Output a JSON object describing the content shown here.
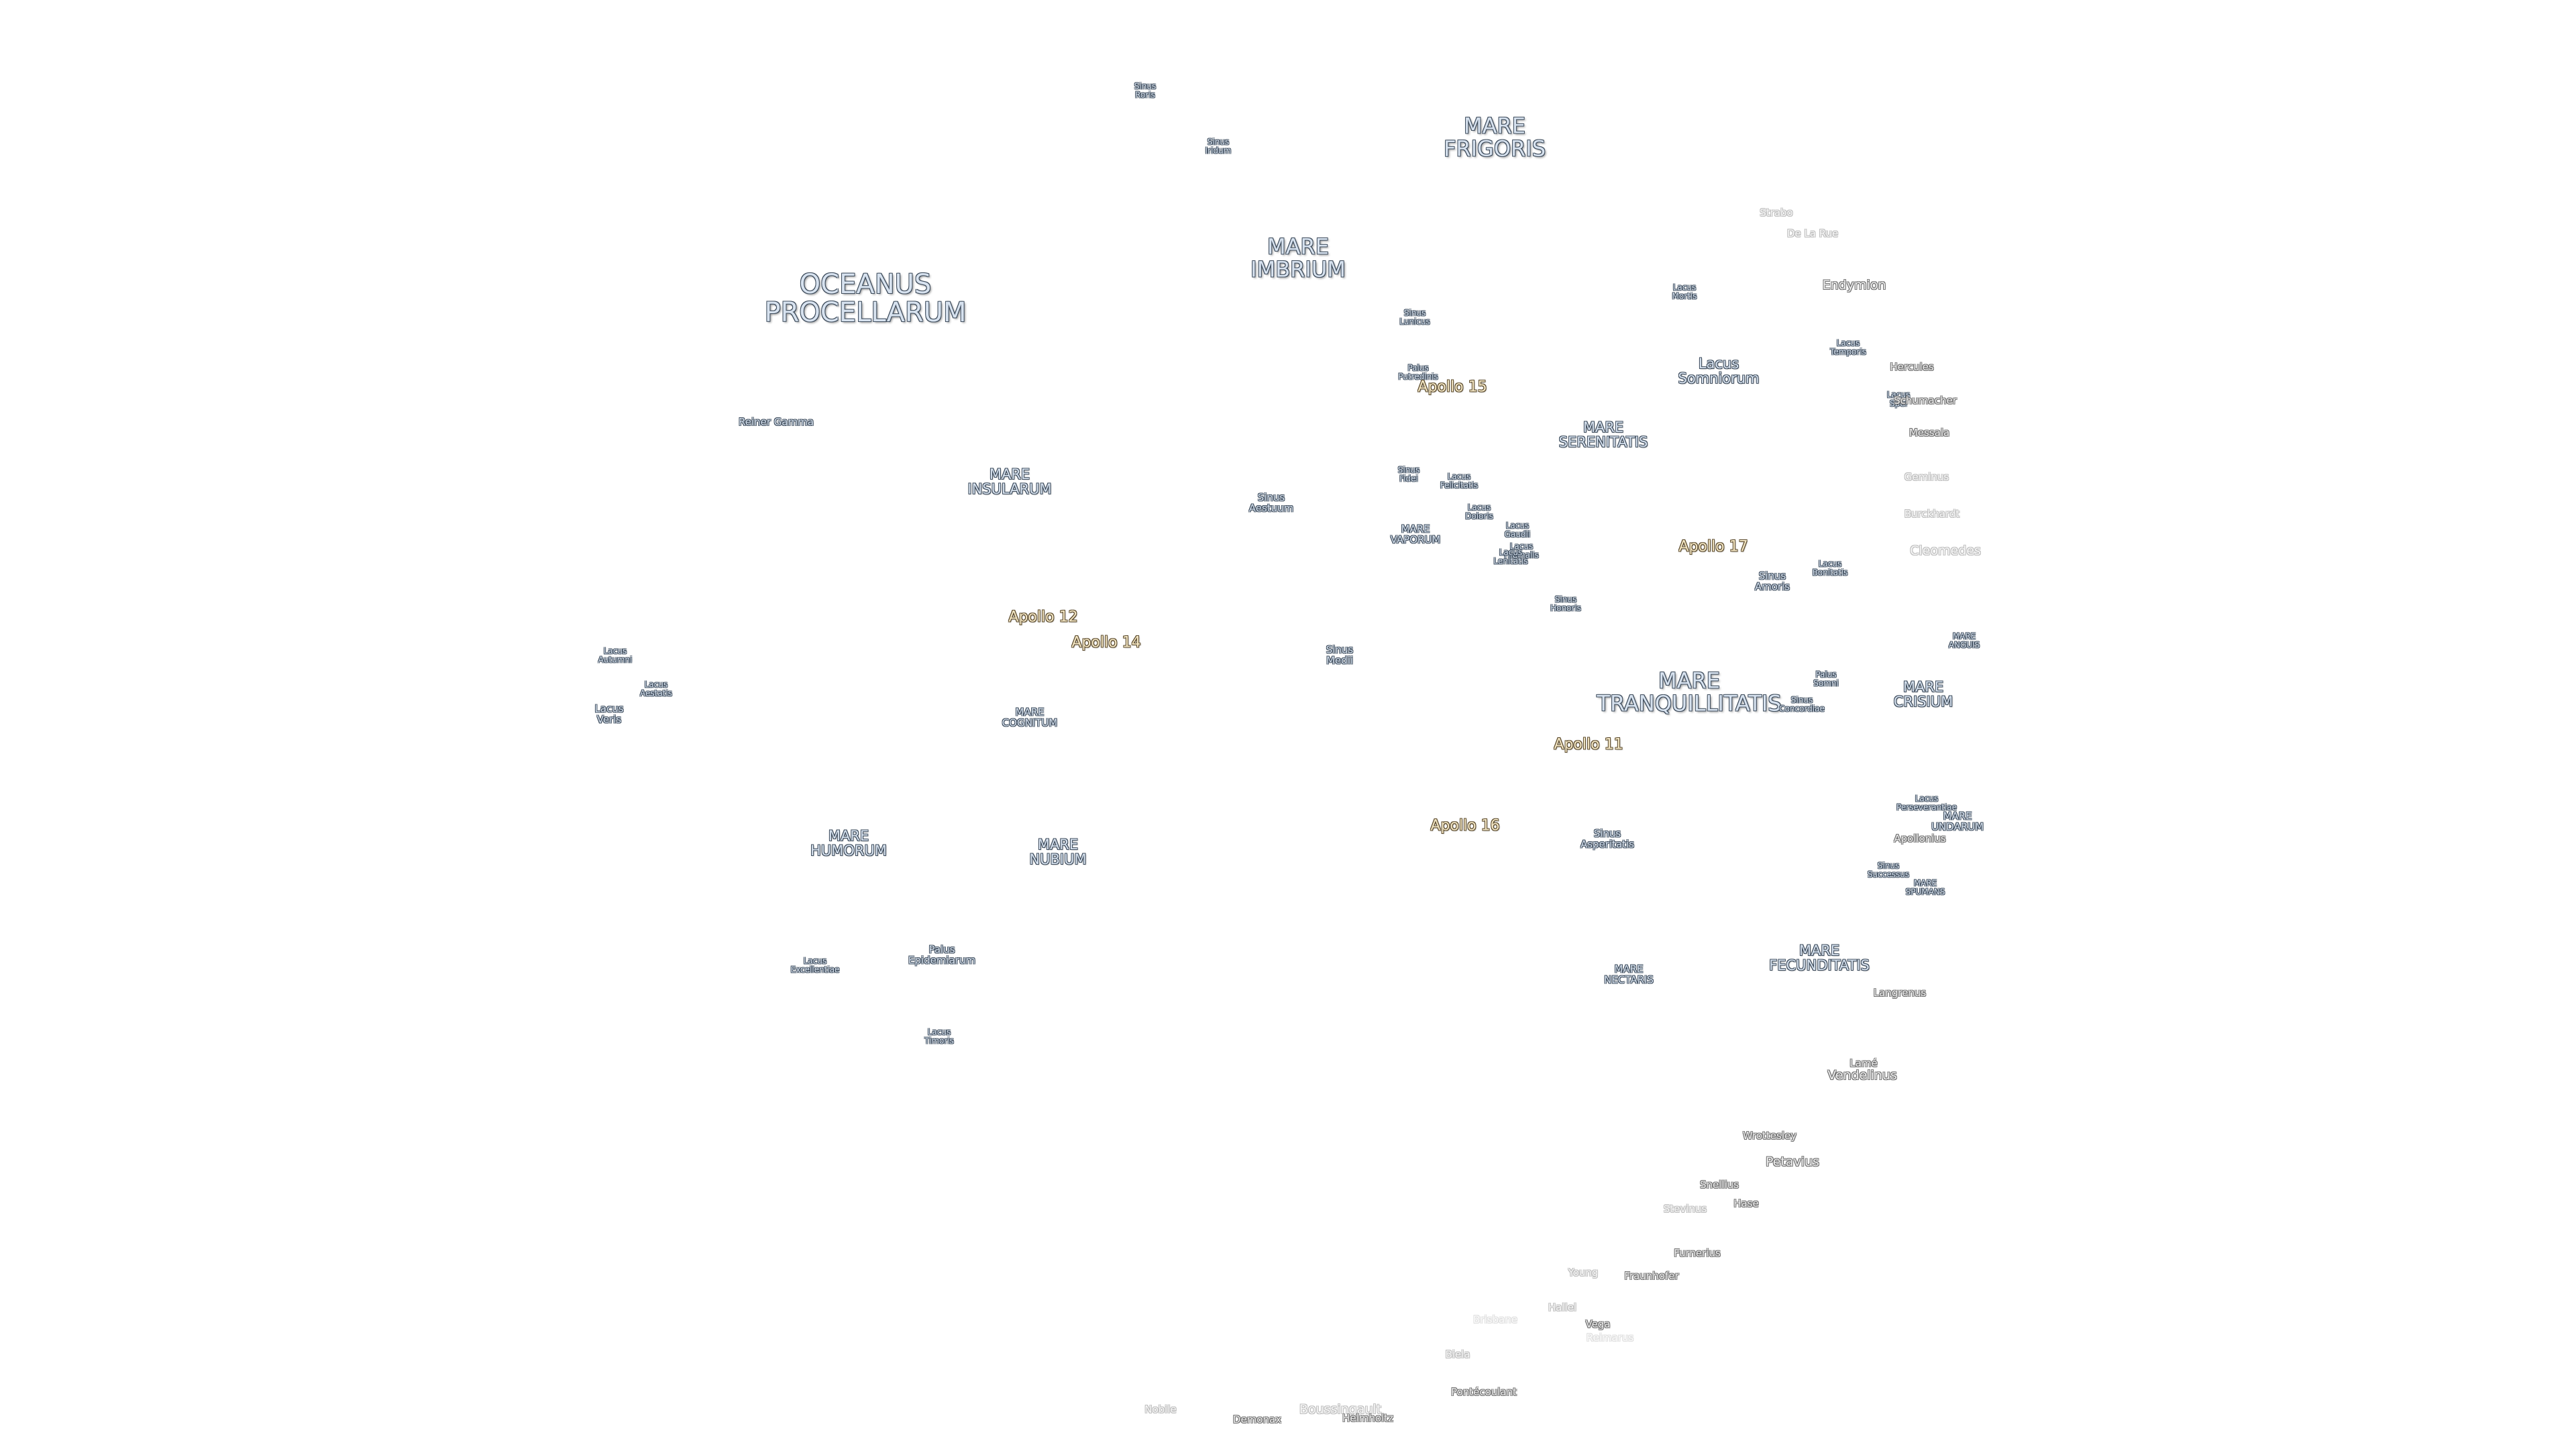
{
  "maria": [
    {
      "id": "oceanus-procellarum",
      "text": "OCEANUS\nPROCELLARUM",
      "size": "xl"
    },
    {
      "id": "mare-frigoris",
      "text": "MARE\nFRIGORIS",
      "size": "lg"
    },
    {
      "id": "mare-imbrium",
      "text": "MARE\nIMBRIUM",
      "size": "lg"
    },
    {
      "id": "mare-serenitatis",
      "text": "MARE\nSERENITATIS",
      "size": "md"
    },
    {
      "id": "mare-insularum",
      "text": "MARE\nINSULARUM",
      "size": "md"
    },
    {
      "id": "mare-vaporum",
      "text": "MARE\nVAPORUM",
      "size": "sm"
    },
    {
      "id": "mare-tranquillitatis",
      "text": "MARE\nTRANQUILLITATIS",
      "size": "lg"
    },
    {
      "id": "mare-crisium",
      "text": "MARE\nCRISIUM",
      "size": "md"
    },
    {
      "id": "mare-cognitum",
      "text": "MARE\nCOGNITUM",
      "size": "sm"
    },
    {
      "id": "mare-humorum",
      "text": "MARE\nHUMORUM",
      "size": "md"
    },
    {
      "id": "mare-nubium",
      "text": "MARE\nNUBIUM",
      "size": "md"
    },
    {
      "id": "mare-nectaris",
      "text": "MARE\nNECTARIS",
      "size": "sm"
    },
    {
      "id": "mare-fecunditatis",
      "text": "MARE\nFECUNDITATIS",
      "size": "md"
    },
    {
      "id": "mare-anguis",
      "text": "MARE\nANGUIS",
      "size": "xs"
    },
    {
      "id": "mare-undarum",
      "text": "MARE\nUNDARUM",
      "size": "sm"
    },
    {
      "id": "mare-spumans",
      "text": "MARE\nSPUMANS",
      "size": "xs"
    }
  ],
  "minor_features": [
    {
      "id": "sinus-roris",
      "text": "Sinus\nRoris",
      "size": "xs"
    },
    {
      "id": "sinus-iridum",
      "text": "Sinus\nIridum",
      "size": "xs"
    },
    {
      "id": "sinus-lunicus",
      "text": "Sinus\nLunicus",
      "size": "xs"
    },
    {
      "id": "palus-putredinis",
      "text": "Palus\nPutredinis",
      "size": "xs"
    },
    {
      "id": "lacus-mortis",
      "text": "Lacus\nMortis",
      "size": "xs"
    },
    {
      "id": "lacus-somniorum",
      "text": "Lacus\nSomniorum",
      "size": "md"
    },
    {
      "id": "lacus-temporis",
      "text": "Lacus\nTemporis",
      "size": "xs"
    },
    {
      "id": "sinus-aestuum",
      "text": "Sinus\nAestuum",
      "size": "sm"
    },
    {
      "id": "sinus-fidei",
      "text": "Sinus\nFidei",
      "size": "xs"
    },
    {
      "id": "lacus-felicitatis",
      "text": "Lacus\nFelicitatis",
      "size": "xs"
    },
    {
      "id": "lacus-doloris",
      "text": "Lacus\nDoloris",
      "size": "xs"
    },
    {
      "id": "lacus-gaudii",
      "text": "Lacus\nGaudii",
      "size": "xs"
    },
    {
      "id": "lacus-hiemalis",
      "text": "Lacus\nHiemalis",
      "size": "xs"
    },
    {
      "id": "lacus-lenitatis",
      "text": "Lacus\nLenitatis",
      "size": "xs"
    },
    {
      "id": "sinus-honoris",
      "text": "Sinus\nHonoris",
      "size": "xs"
    },
    {
      "id": "sinus-amoris",
      "text": "Sinus\nAmoris",
      "size": "sm"
    },
    {
      "id": "lacus-bonitatis",
      "text": "Lacus\nBonitatis",
      "size": "xs"
    },
    {
      "id": "sinus-medii",
      "text": "Sinus\nMedii",
      "size": "sm"
    },
    {
      "id": "lacus-autumni",
      "text": "Lacus\nAutumni",
      "size": "xs"
    },
    {
      "id": "lacus-aestatis",
      "text": "Lacus\nAestatis",
      "size": "xs"
    },
    {
      "id": "lacus-veris",
      "text": "Lacus\nVeris",
      "size": "sm"
    },
    {
      "id": "palus-somni",
      "text": "Palus\nSomni",
      "size": "xs"
    },
    {
      "id": "sinus-concordiae",
      "text": "Sinus\nConcordiae",
      "size": "xs"
    },
    {
      "id": "sinus-asperitatis",
      "text": "Sinus\nAsperitatis",
      "size": "sm"
    },
    {
      "id": "lacus-perseverantiae",
      "text": "Lacus\nPerseverantiae",
      "size": "xs"
    },
    {
      "id": "sinus-successus",
      "text": "Sinus\nSuccessus",
      "size": "xs"
    },
    {
      "id": "lacus-excellentiae",
      "text": "Lacus\nExcellentiae",
      "size": "xs"
    },
    {
      "id": "palus-epidemiarum",
      "text": "Palus\nEpidemiarum",
      "size": "sm"
    },
    {
      "id": "lacus-timoris",
      "text": "Lacus\nTimoris",
      "size": "xs"
    },
    {
      "id": "lacus-spei",
      "text": "Lacus\nSpei",
      "size": "xs"
    },
    {
      "id": "reiner-gamma",
      "text": "Reiner Gamma",
      "size": "sm"
    }
  ],
  "apollo_sites": [
    {
      "id": "apollo-15",
      "text": "Apollo 15"
    },
    {
      "id": "apollo-17",
      "text": "Apollo 17"
    },
    {
      "id": "apollo-12",
      "text": "Apollo 12"
    },
    {
      "id": "apollo-14",
      "text": "Apollo 14"
    },
    {
      "id": "apollo-11",
      "text": "Apollo 11"
    },
    {
      "id": "apollo-16",
      "text": "Apollo 16"
    }
  ],
  "craters": [
    {
      "id": "strabo",
      "text": "Strabo",
      "size": "crater",
      "fade": "faint"
    },
    {
      "id": "de-la-rue",
      "text": "De La Rue",
      "size": "crater",
      "fade": "faint"
    },
    {
      "id": "endymion",
      "text": "Endymion",
      "size": "crater big",
      "fade": ""
    },
    {
      "id": "hercules",
      "text": "Hercules",
      "size": "crater",
      "fade": ""
    },
    {
      "id": "schumacher",
      "text": "Schumacher",
      "size": "crater",
      "fade": ""
    },
    {
      "id": "messala",
      "text": "Messala",
      "size": "crater",
      "fade": ""
    },
    {
      "id": "geminus",
      "text": "Geminus",
      "size": "crater",
      "fade": "faint"
    },
    {
      "id": "burckhardt",
      "text": "Burckhardt",
      "size": "crater",
      "fade": "faint"
    },
    {
      "id": "cleomedes",
      "text": "Cleomedes",
      "size": "crater big",
      "fade": "faint"
    },
    {
      "id": "apollonius",
      "text": "Apollonius",
      "size": "crater",
      "fade": ""
    },
    {
      "id": "langrenus",
      "text": "Langrenus",
      "size": "crater",
      "fade": ""
    },
    {
      "id": "lame",
      "text": "Lamé",
      "size": "crater",
      "fade": ""
    },
    {
      "id": "vendelinus",
      "text": "Vendelinus",
      "size": "crater big",
      "fade": ""
    },
    {
      "id": "wrottesley",
      "text": "Wrottesley",
      "size": "crater",
      "fade": ""
    },
    {
      "id": "petavius",
      "text": "Petavius",
      "size": "crater big",
      "fade": ""
    },
    {
      "id": "snellius",
      "text": "Snellius",
      "size": "crater",
      "fade": ""
    },
    {
      "id": "hase",
      "text": "Hase",
      "size": "crater",
      "fade": ""
    },
    {
      "id": "stevinus",
      "text": "Stevinus",
      "size": "crater",
      "fade": "faint"
    },
    {
      "id": "furnerius",
      "text": "Furnerius",
      "size": "crater",
      "fade": ""
    },
    {
      "id": "young",
      "text": "Young",
      "size": "crater",
      "fade": "faint"
    },
    {
      "id": "fraunhofer",
      "text": "Fraunhofer",
      "size": "crater",
      "fade": ""
    },
    {
      "id": "hallel",
      "text": "Hallel",
      "size": "crater",
      "fade": "faint"
    },
    {
      "id": "vega",
      "text": "Vega",
      "size": "crater",
      "fade": ""
    },
    {
      "id": "reimarus",
      "text": "Reimarus",
      "size": "crater",
      "fade": "fainter"
    },
    {
      "id": "brisbane",
      "text": "Brisbane",
      "size": "crater",
      "fade": "fainter"
    },
    {
      "id": "biela",
      "text": "Biela",
      "size": "crater",
      "fade": "faint"
    },
    {
      "id": "pontecoulant",
      "text": "Pontécoulant",
      "size": "crater",
      "fade": ""
    },
    {
      "id": "nobile",
      "text": "Nobile",
      "size": "crater",
      "fade": "faint"
    },
    {
      "id": "boussingault",
      "text": "Boussingault",
      "size": "crater big",
      "fade": "faint"
    },
    {
      "id": "helmholtz",
      "text": "Helmholtz",
      "size": "crater",
      "fade": ""
    },
    {
      "id": "demonax",
      "text": "Demonax",
      "size": "crater",
      "fade": ""
    }
  ],
  "colors": {
    "background": "#ffffff",
    "mare_fill": "#d7e2ef",
    "mare_outline": "#3e4c5c",
    "apollo_fill": "#f3e6c4",
    "apollo_outline": "#5b4a2c",
    "crater_fill": "#eeeeee",
    "crater_outline": "#6f6f6f"
  }
}
